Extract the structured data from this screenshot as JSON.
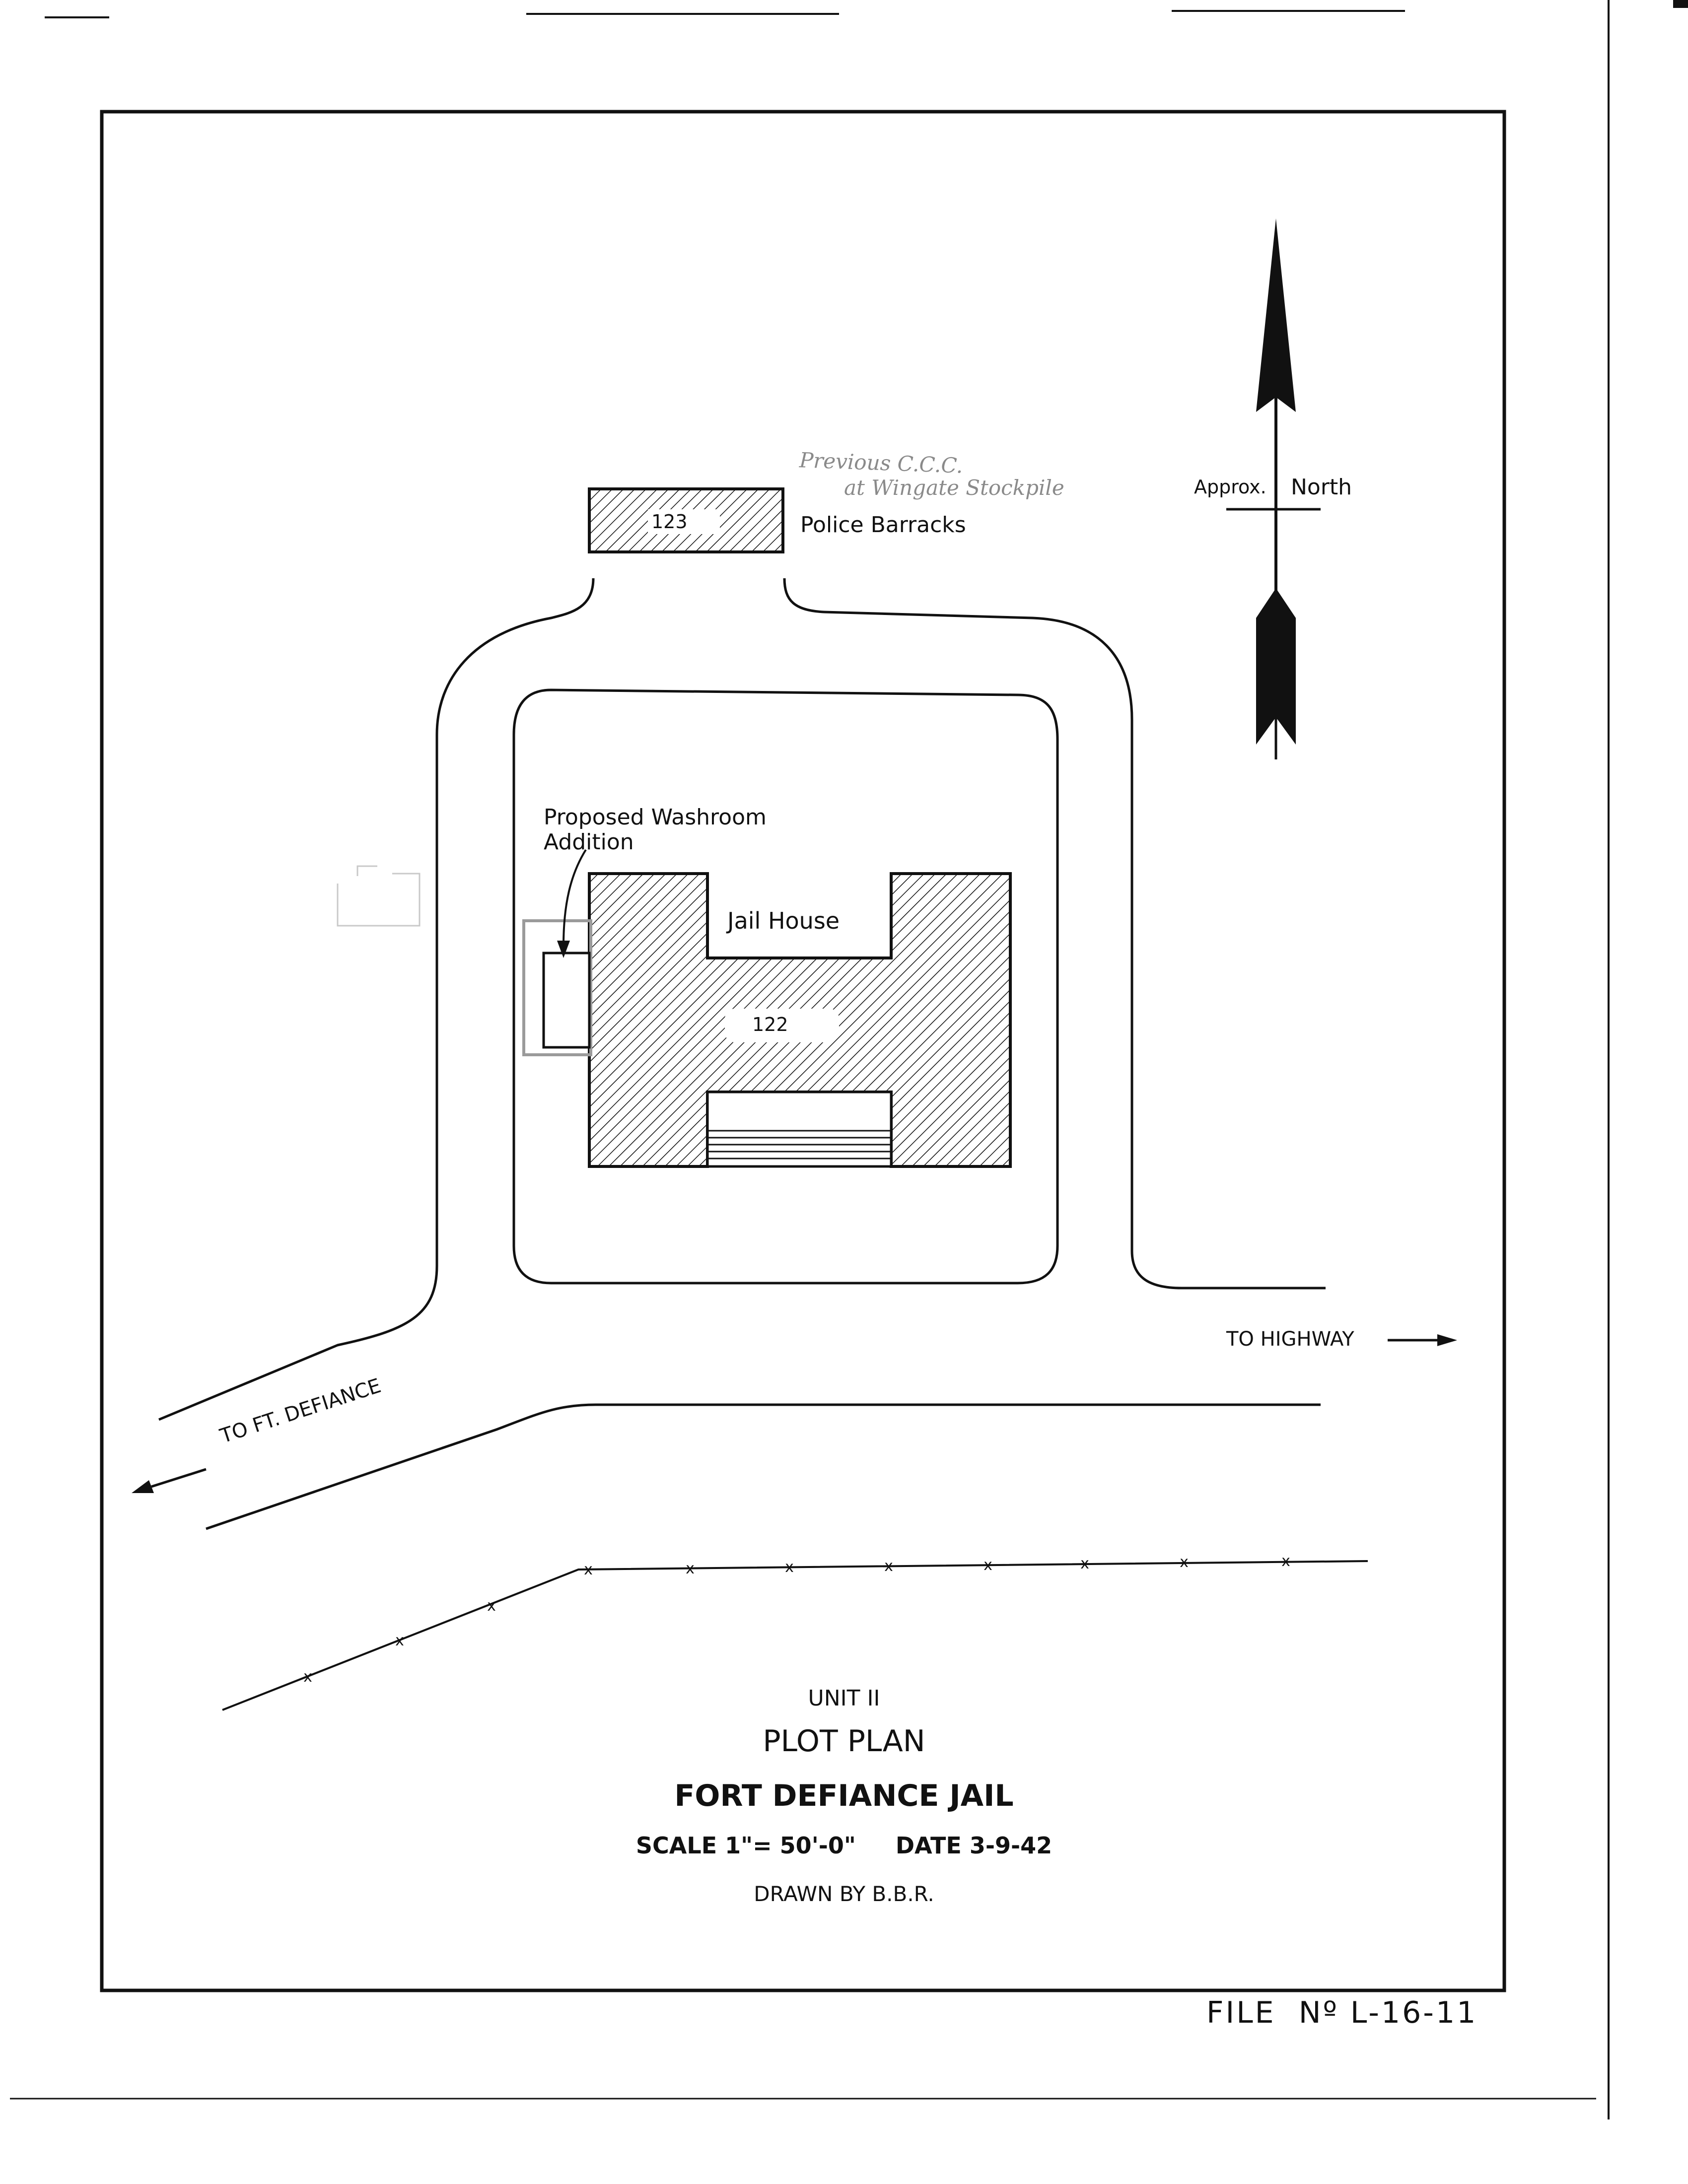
{
  "buildings": {
    "police_barracks_number": "123",
    "police_barracks_label": "Police Barracks",
    "jail_house_number": "122",
    "jail_house_label": "Jail House",
    "washroom_label_line1": "Proposed Washroom",
    "washroom_label_line2": "Addition"
  },
  "annotations": {
    "handwritten_line1": "Previous C.C.C.",
    "handwritten_line2": "at Wingate Stockpile",
    "north_prefix": "Approx.",
    "north_label": "North",
    "to_highway": "TO HIGHWAY",
    "to_ft_defiance": "TO FT. DEFIANCE"
  },
  "title": {
    "unit": "UNIT II",
    "plan": "PLOT PLAN",
    "name": "FORT DEFIANCE JAIL",
    "scale": "SCALE 1\"= 50'-0\"",
    "date": "DATE 3-9-42",
    "drawn_by": "DRAWN BY B.B.R."
  },
  "file_number": "FILE  Nº L-16-11",
  "colors": {
    "ink": "#111111",
    "pencil": "#8a8a8a",
    "paper": "#ffffff"
  }
}
